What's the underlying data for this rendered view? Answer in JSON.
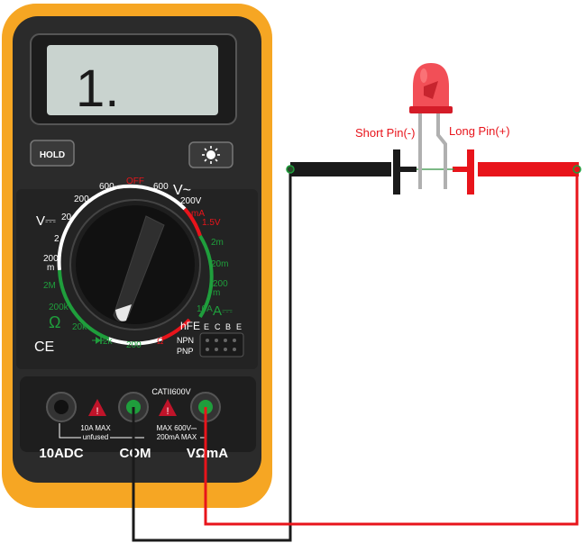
{
  "display": {
    "reading": "1."
  },
  "buttons": {
    "hold": "HOLD",
    "backlight_icon": "sun-icon"
  },
  "dial": {
    "left_top": [
      "600",
      "200"
    ],
    "off": "OFF",
    "right_top": [
      "600",
      "200V"
    ],
    "v_ac_symbol": "V~",
    "v_dc_symbol": "V⎓",
    "v_dc_scale": [
      "20",
      "2",
      "200",
      "m"
    ],
    "ma_label": "mA",
    "ma_sub": "1.5V",
    "amp_scale": [
      "2m",
      "20m",
      "200",
      "m",
      "10A"
    ],
    "amp_symbol": "A⎓",
    "ohm_scale": [
      "2M",
      "200k",
      "20k",
      "2k",
      "200"
    ],
    "ohm_symbol": "Ω",
    "diode_label": "2k",
    "buzzer_label": "Ω",
    "hfe_label": "hFE",
    "hfe_pins": [
      "E",
      "C",
      "B",
      "E"
    ],
    "npn": "NPN",
    "pnp": "PNP",
    "ce_mark": "CE"
  },
  "jacks": {
    "category": "CATII600V",
    "left_warning": [
      "10A MAX",
      "unfused"
    ],
    "right_warning": [
      "MAX 600V⎓",
      "200mA MAX"
    ],
    "labels": [
      "10ADC",
      "COM",
      "VΩmA"
    ]
  },
  "led": {
    "short_pin": "Short Pin(-)",
    "long_pin": "Long Pin(+)"
  },
  "colors": {
    "case_orange": "#f6a623",
    "body_dark": "#2b2b2b",
    "lcd": "#c9d3cf",
    "probe_red": "#e8141b",
    "probe_black": "#1a1a1a",
    "label_red": "#e8141b",
    "scale_green": "#1f9e3c"
  }
}
